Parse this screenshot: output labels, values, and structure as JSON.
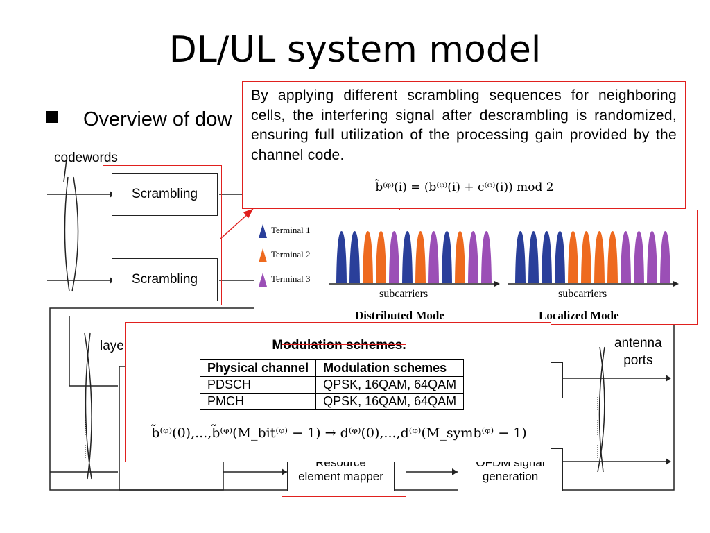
{
  "slide": {
    "title": "DL/UL system model",
    "bullet_text": "Overview of dow"
  },
  "diagram": {
    "codewords_label": "codewords",
    "scrambling_1": "Scrambling",
    "scrambling_2": "Scrambling",
    "layers_label": "laye",
    "antenna_ports_label": "antenna\nports",
    "resource_mapper_label": "Resource\nelement mapper",
    "ofdm_label": "OFDM signal\ngeneration"
  },
  "callout": {
    "text": "By applying different scrambling sequences for neighboring cells, the interfering signal after descrambling is randomized, ensuring full utilization of the processing gain provided by the channel code.",
    "formula": "b̃⁽ᵠ⁾(i) = (b⁽ᵠ⁾(i) + c⁽ᵠ⁾(i)) mod 2"
  },
  "ofdma": {
    "legend": [
      {
        "label": "Terminal 1",
        "color": "#2a3f9a"
      },
      {
        "label": "Terminal 2",
        "color": "#ee6a1f"
      },
      {
        "label": "Terminal 3",
        "color": "#9b4fb6"
      }
    ],
    "distributed": {
      "axis_label": "subcarriers",
      "mode_label": "Distributed Mode",
      "pattern": [
        1,
        1,
        2,
        2,
        3,
        1,
        2,
        3,
        1,
        2,
        3,
        3
      ]
    },
    "localized": {
      "axis_label": "subcarriers",
      "mode_label": "Localized Mode",
      "pattern": [
        1,
        1,
        1,
        1,
        2,
        2,
        2,
        2,
        3,
        3,
        3,
        3
      ]
    }
  },
  "modulation": {
    "title": "Modulation schemes.",
    "headers": [
      "Physical channel",
      "Modulation schemes"
    ],
    "rows": [
      [
        "PDSCH",
        "QPSK, 16QAM, 64QAM"
      ],
      [
        "PMCH",
        "QPSK, 16QAM, 64QAM"
      ]
    ],
    "formula_left": "b̃⁽ᵠ⁾(0),...,b̃⁽ᵠ⁾(M_bit⁽ᵠ⁾ − 1)",
    "formula_right": "d⁽ᵠ⁾(0),...,d⁽ᵠ⁾(M_symb⁽ᵠ⁾ − 1)"
  }
}
